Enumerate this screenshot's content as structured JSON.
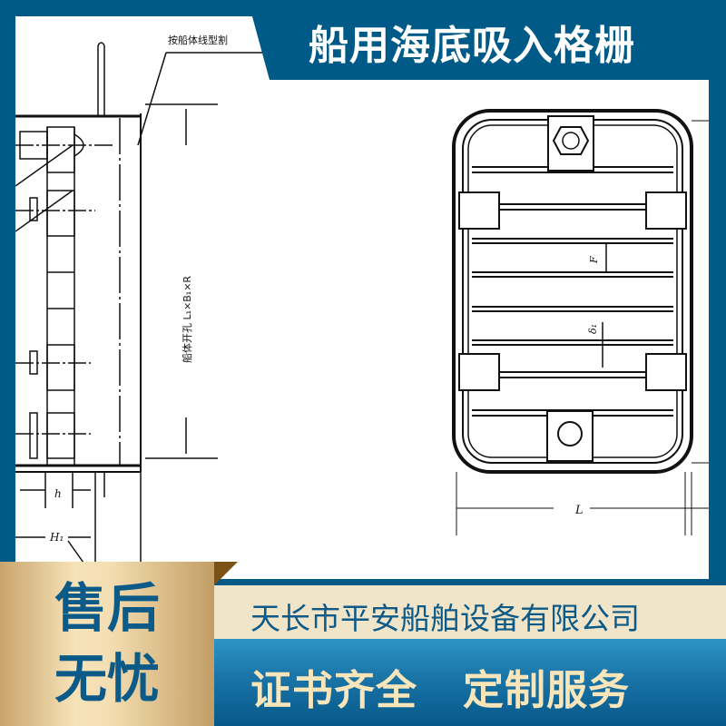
{
  "header": {
    "title": "船用海底吸入格栅"
  },
  "drawing": {
    "left_view": {
      "callout_label": "按船体线型割",
      "opening_label": "船体开孔 L₁×B₁×R",
      "dimension_h": "h",
      "dimension_H1": "H₁"
    },
    "right_view": {
      "dimension_F": "F",
      "dimension_delta": "δ₁",
      "dimension_L": "L"
    }
  },
  "badge": {
    "line1": "售后",
    "line2": "无忧"
  },
  "company": {
    "name": "天长市平安船舶设备有限公司"
  },
  "slogan": {
    "text": "证书齐全   定制服务"
  },
  "colors": {
    "frame_blue": "#005a87",
    "text_blue": "#0c5a88",
    "gold": "#f4dfb4",
    "cream": "#f0e4c9",
    "slogan_text": "#f8e5ba",
    "fold_brown": "#7b5116"
  }
}
